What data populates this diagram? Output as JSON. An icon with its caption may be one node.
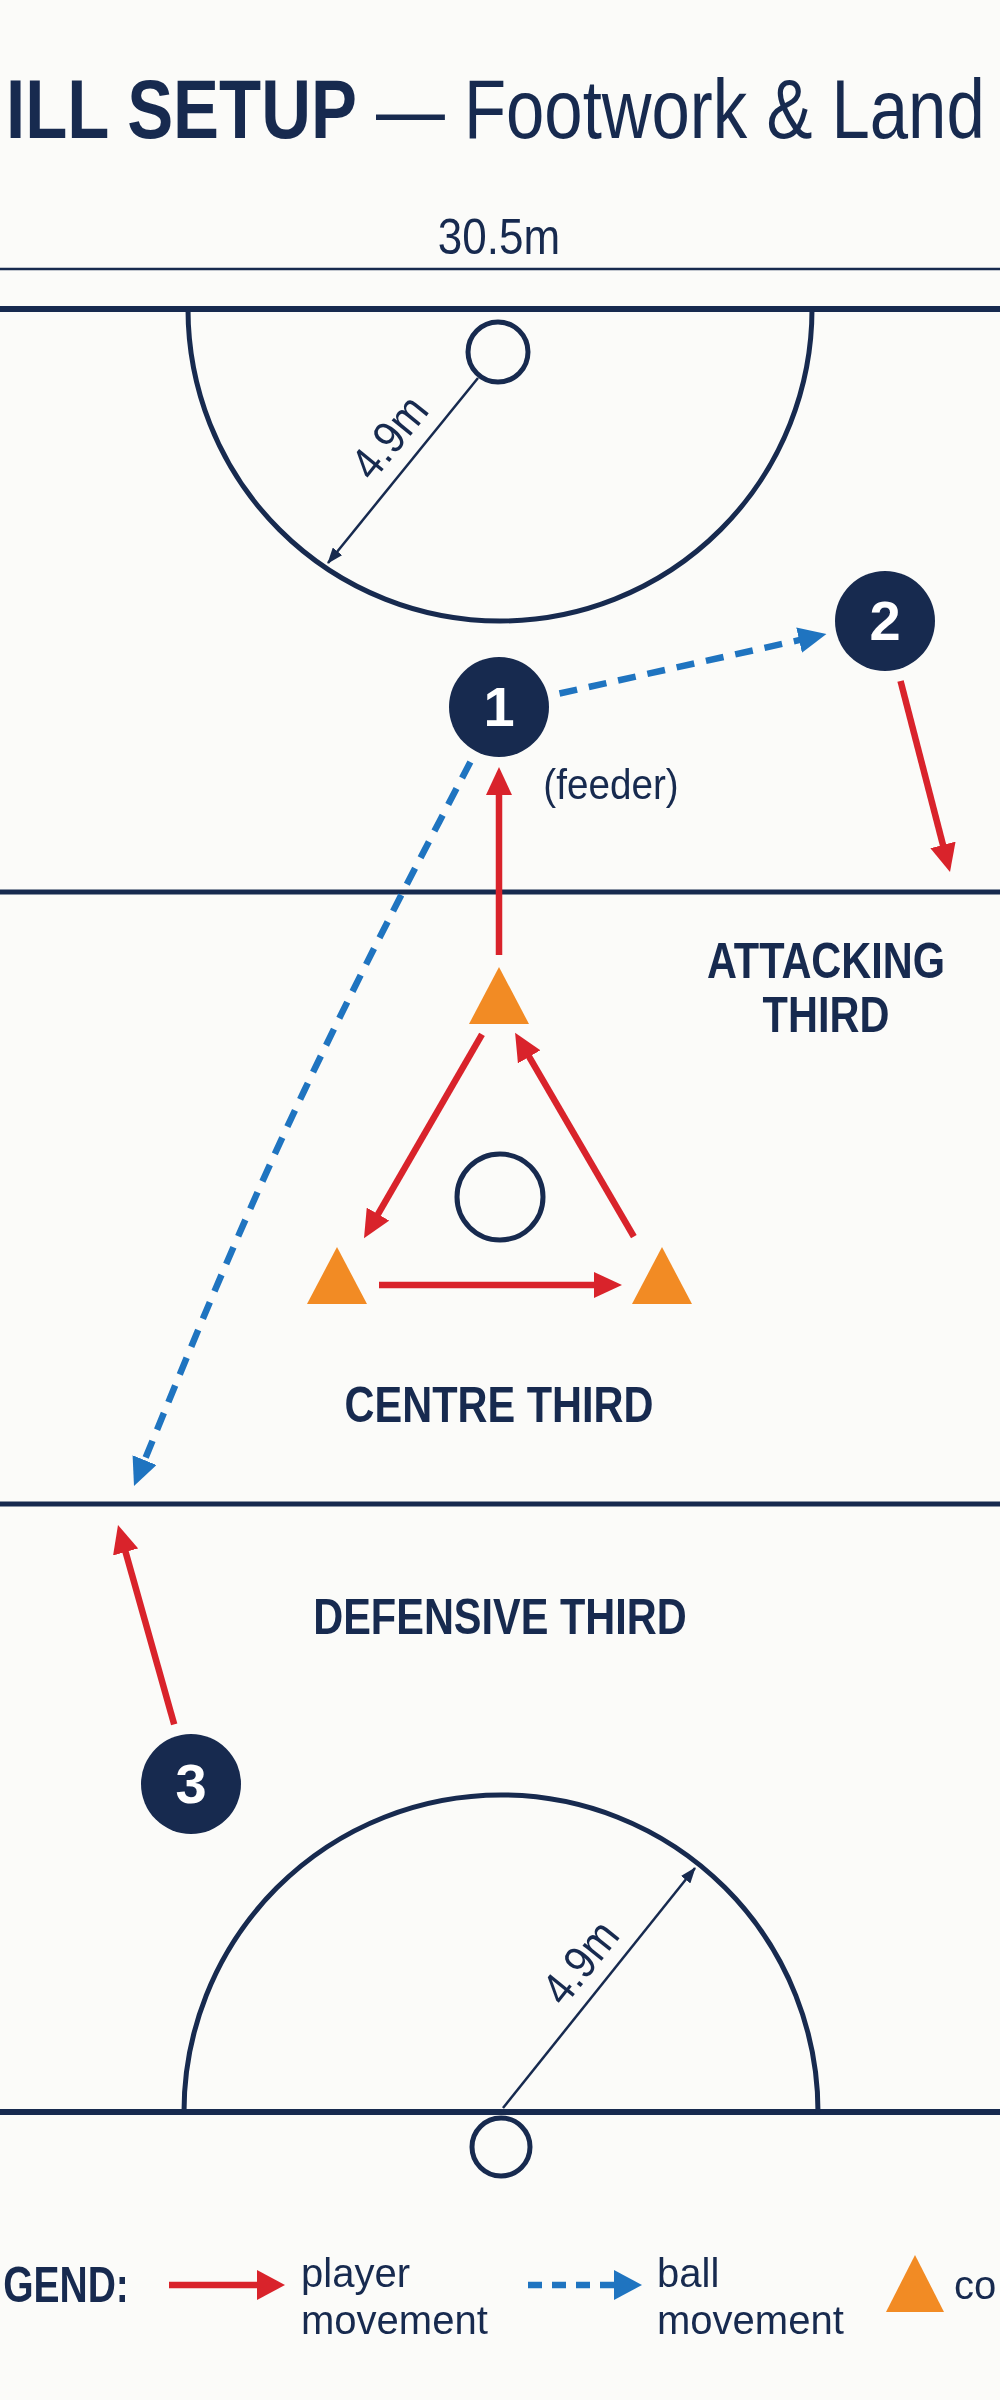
{
  "diagram": {
    "title": "**ILL SETUP** — Footwork & Land",
    "nodes": [
      {
        "text": [
          "1"
        ],
        "beside": [
          "(feeder)"
        ]
      },
      {
        "text": [
          "2"
        ]
      },
      {
        "text": [
          "3"
        ]
      },
      {
        "text": [],
        "shape": "triangle"
      },
      {
        "text": [],
        "shape": "triangle"
      },
      {
        "text": [],
        "shape": "triangle"
      }
    ],
    "edges": [
      {
        "from": 0,
        "to": 1,
        "arrow": "to",
        "style": "dashed",
        "color": "#1f74c0"
      },
      {
        "from": 0,
        "to": null,
        "arrow": "to",
        "style": "dashed",
        "color": "#1f74c0"
      },
      {
        "from": 1,
        "to": null,
        "arrow": "to"
      },
      {
        "from": 2,
        "to": null,
        "arrow": "to"
      },
      {
        "from": 3,
        "to": 0,
        "arrow": "to"
      },
      {
        "from": 3,
        "to": 4,
        "arrow": "to"
      },
      {
        "from": 4,
        "to": 5,
        "arrow": "to"
      },
      {
        "from": 5,
        "to": 3,
        "arrow": "to"
      }
    ],
    "labels": [
      "30.5m",
      "4.9m",
      "ATTACKING THIRD",
      "CENTRE THIRD",
      "DEFENSIVE THIRD",
      "4.9m",
      "GEND:"
    ],
    "legend": [
      {
        "text": "player movement"
      },
      {
        "text": "ball movement"
      },
      {
        "text": "co",
        "color": "#f28b24"
      }
    ]
  }
}
